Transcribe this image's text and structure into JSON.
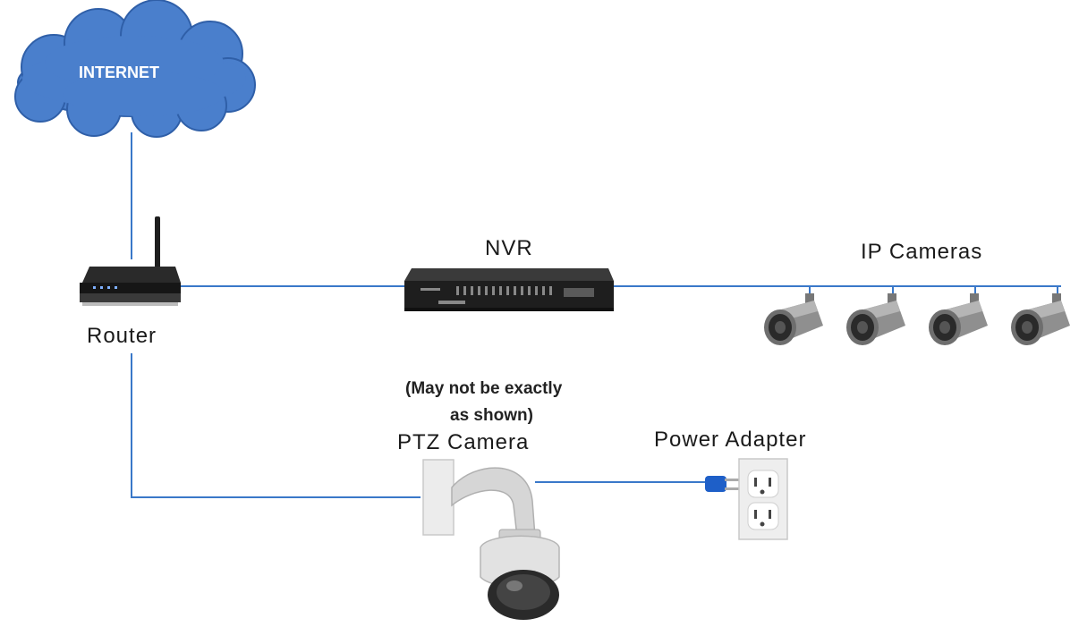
{
  "labels": {
    "internet": "INTERNET",
    "router": "Router",
    "nvr": "NVR",
    "ip_cameras": "IP Cameras",
    "note_line1": "(May not be exactly",
    "note_line2": "as shown)",
    "ptz_camera": "PTZ Camera",
    "power_adapter": "Power Adapter"
  },
  "colors": {
    "cloud_fill": "#4a7fcc",
    "cloud_stroke": "#2f5fa8",
    "link_line": "#3a78c9",
    "device_dark": "#1e1e1e",
    "outlet": "#eeeeee",
    "plug": "#1e5fc8"
  },
  "icons": [
    "cloud-icon",
    "router-icon",
    "nvr-icon",
    "bullet-camera-icon",
    "ptz-camera-icon",
    "wall-outlet-icon",
    "plug-icon"
  ]
}
